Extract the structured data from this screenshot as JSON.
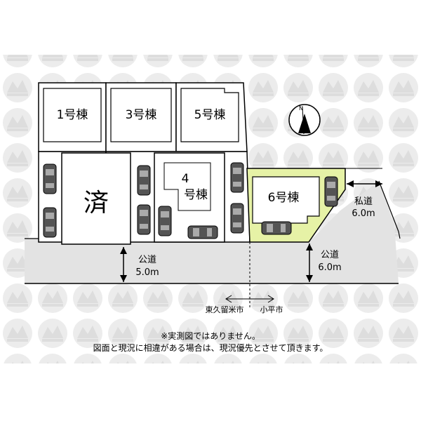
{
  "lots": [
    {
      "id": "lot-1",
      "label": "1号棟"
    },
    {
      "id": "lot-3",
      "label": "3号棟"
    },
    {
      "id": "lot-5",
      "label": "5号棟"
    },
    {
      "id": "lot-4",
      "label_line1": "4",
      "label_line2": "号棟"
    },
    {
      "id": "lot-6",
      "label": "6号棟"
    },
    {
      "id": "lot-sold",
      "label": "済"
    }
  ],
  "roads": {
    "public_west": {
      "name": "公道",
      "width": "5.0m"
    },
    "public_east": {
      "name": "公道",
      "width": "6.0m"
    },
    "private": {
      "name": "私道",
      "width": "6.0m"
    }
  },
  "boundary": {
    "west": "東久留米市",
    "east": "小平市"
  },
  "notes": {
    "line1": "※実測図ではありません。",
    "line2": "図面と現況に相違がある場合は、現況優先とさせて頂きます。"
  },
  "colors": {
    "lot6_fill": "#e6f2a6",
    "road_fill": "#e3e3e3",
    "outline": "#000000",
    "watermark": "#e8e8e8"
  }
}
